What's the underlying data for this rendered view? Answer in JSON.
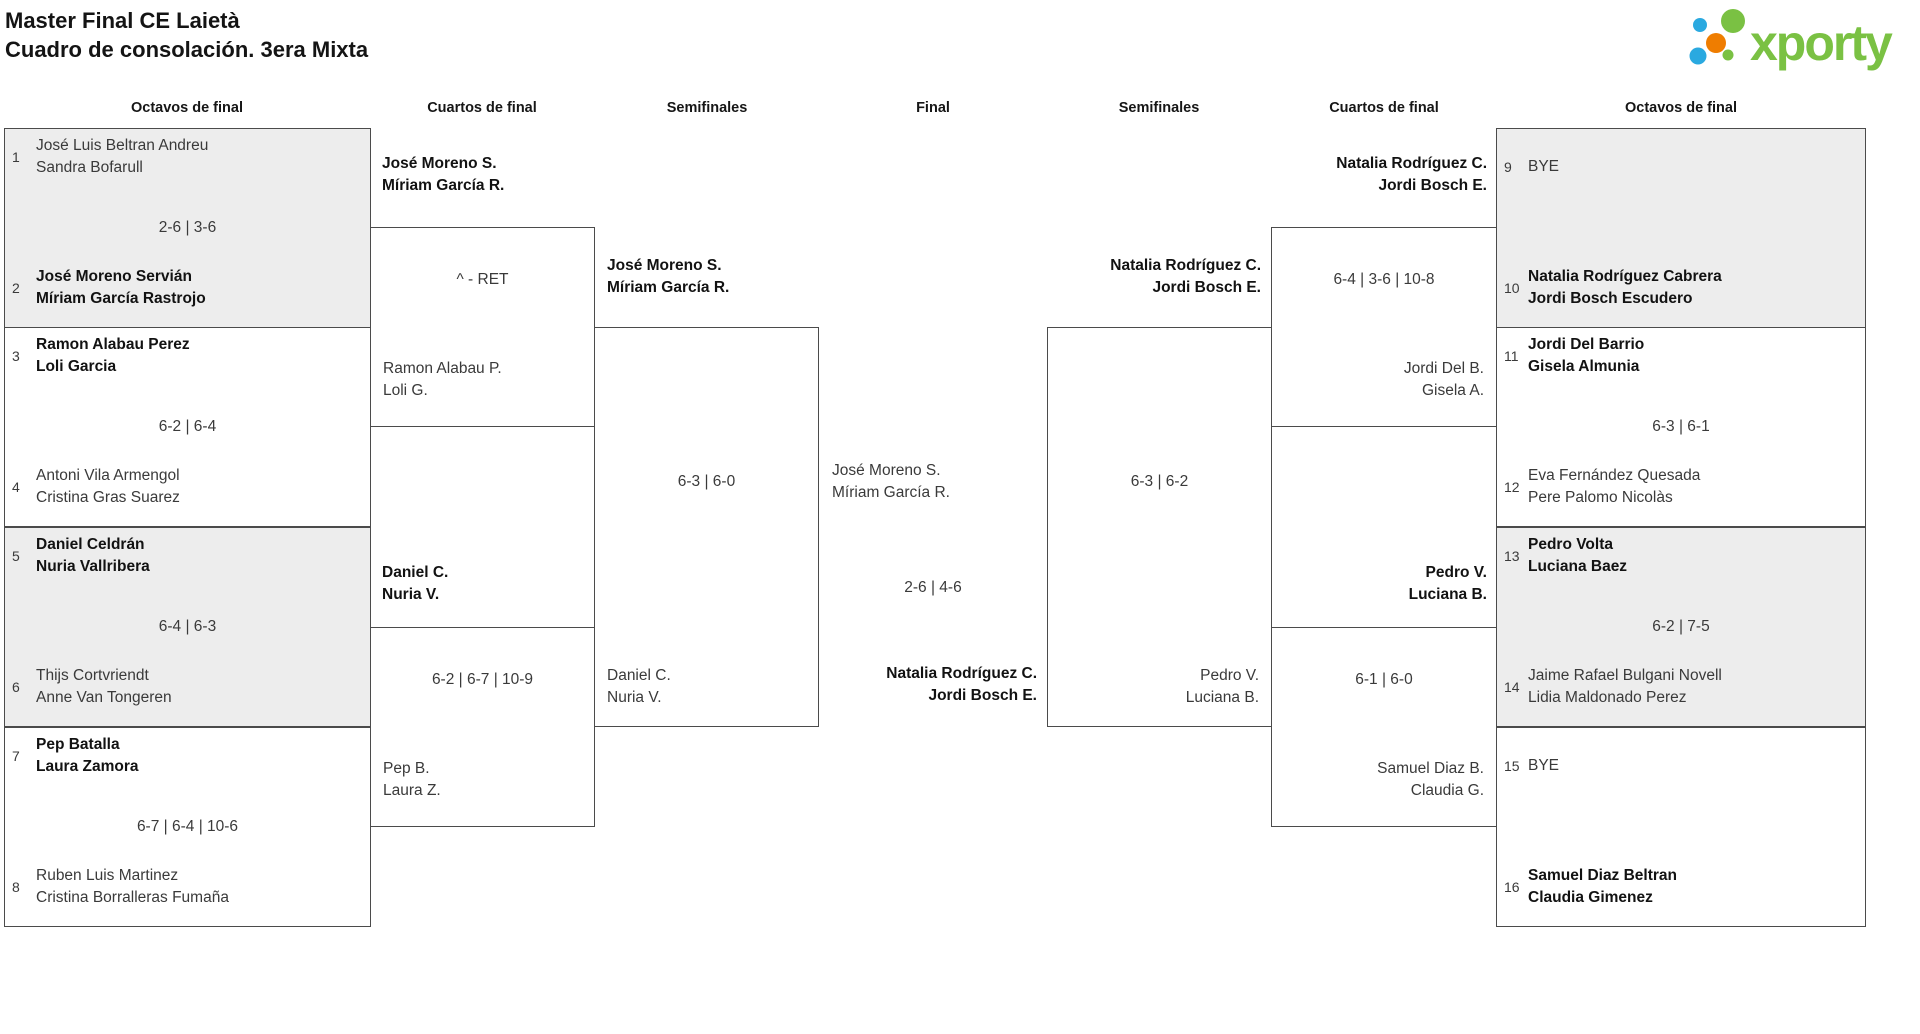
{
  "title": {
    "line1": "Master Final CE Laietà",
    "line2": "Cuadro de consolación. 3era Mixta"
  },
  "logo": {
    "text": "xporty",
    "colors": {
      "green": "#7ac143",
      "blue": "#2aa9e0",
      "orange": "#ef7d00"
    }
  },
  "round_headers": [
    "Octavos de final",
    "Cuartos de final",
    "Semifinales",
    "Final",
    "Semifinales",
    "Cuartos de final",
    "Octavos de final"
  ],
  "matches": {
    "r16_left": [
      {
        "seed_top": "1",
        "team_top": [
          "José Luis Beltran Andreu",
          "Sandra Bofarull"
        ],
        "score": "2-6 | 3-6",
        "seed_bottom": "2",
        "team_bottom": [
          "José Moreno Servián",
          "Míriam García Rastrojo"
        ]
      },
      {
        "seed_top": "3",
        "team_top": [
          "Ramon Alabau Perez",
          "Loli Garcia"
        ],
        "score": "6-2 | 6-4",
        "seed_bottom": "4",
        "team_bottom": [
          "Antoni Vila Armengol",
          "Cristina Gras Suarez"
        ]
      },
      {
        "seed_top": "5",
        "team_top": [
          "Daniel Celdrán",
          "Nuria Vallribera"
        ],
        "score": "6-4 | 6-3",
        "seed_bottom": "6",
        "team_bottom": [
          "Thijs Cortvriendt",
          "Anne Van Tongeren"
        ]
      },
      {
        "seed_top": "7",
        "team_top": [
          "Pep Batalla",
          "Laura Zamora"
        ],
        "score": "6-7 | 6-4 | 10-6",
        "seed_bottom": "8",
        "team_bottom": [
          "Ruben Luis Martinez",
          "Cristina Borralleras Fumaña"
        ]
      }
    ],
    "qf_left": [
      {
        "winner": [
          "José Moreno S.",
          "Míriam García R."
        ],
        "score": "^ - RET",
        "loser": [
          "Ramon Alabau P.",
          "Loli G."
        ]
      },
      {
        "winner": [
          "Daniel C.",
          "Nuria V."
        ],
        "score": "6-2 | 6-7 | 10-9",
        "loser": [
          "Pep B.",
          "Laura Z."
        ]
      }
    ],
    "sf_left": {
      "winner": [
        "José Moreno S.",
        "Míriam García R."
      ],
      "score": "6-3 | 6-0",
      "loser": [
        "Daniel C.",
        "Nuria V."
      ]
    },
    "final": {
      "runner_up": [
        "José Moreno S.",
        "Míriam García R."
      ],
      "score": "2-6 | 4-6",
      "champion": [
        "Natalia Rodríguez C.",
        "Jordi Bosch E."
      ]
    },
    "sf_right": {
      "winner": [
        "Natalia Rodríguez C.",
        "Jordi Bosch E."
      ],
      "score": "6-3 | 6-2",
      "loser": [
        "Pedro V.",
        "Luciana B."
      ]
    },
    "qf_right": [
      {
        "winner": [
          "Natalia Rodríguez C.",
          "Jordi Bosch E."
        ],
        "score": "6-4 | 3-6 | 10-8",
        "loser": [
          "Jordi Del B.",
          "Gisela A."
        ]
      },
      {
        "winner": [
          "Pedro V.",
          "Luciana B."
        ],
        "score": "6-1 | 6-0",
        "loser": [
          "Samuel Diaz B.",
          "Claudia G."
        ]
      }
    ],
    "r16_right": [
      {
        "seed_top": "9",
        "team_top": [
          "BYE"
        ],
        "score": "",
        "seed_bottom": "10",
        "team_bottom": [
          "Natalia Rodríguez Cabrera",
          "Jordi Bosch Escudero"
        ]
      },
      {
        "seed_top": "11",
        "team_top": [
          "Jordi Del Barrio",
          "Gisela Almunia"
        ],
        "score": "6-3 | 6-1",
        "seed_bottom": "12",
        "team_bottom": [
          "Eva Fernández Quesada",
          "Pere Palomo Nicolàs"
        ]
      },
      {
        "seed_top": "13",
        "team_top": [
          "Pedro Volta",
          "Luciana Baez"
        ],
        "score": "6-2 | 7-5",
        "seed_bottom": "14",
        "team_bottom": [
          "Jaime Rafael Bulgani Novell",
          "Lidia Maldonado Perez"
        ]
      },
      {
        "seed_top": "15",
        "team_top": [
          "BYE"
        ],
        "score": "",
        "seed_bottom": "16",
        "team_bottom": [
          "Samuel Diaz Beltran",
          "Claudia Gimenez"
        ]
      }
    ]
  }
}
